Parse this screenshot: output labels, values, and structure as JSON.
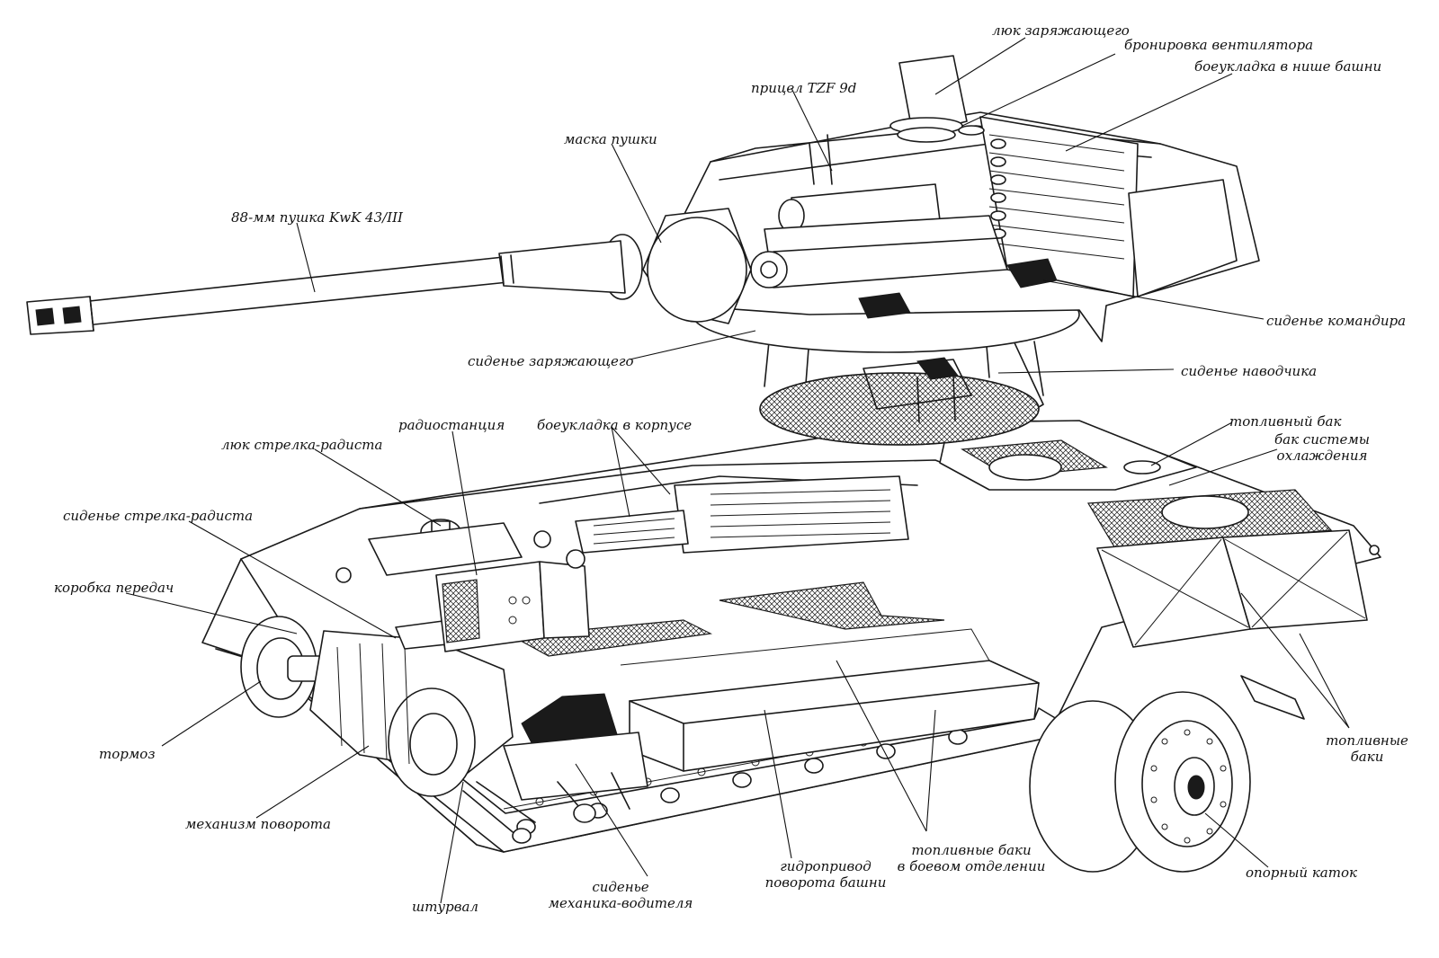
{
  "labels": {
    "loader_hatch": "люк заряжающего",
    "fan_armor": "бронировка вентилятора",
    "turret_bustle_ammo": "боеукладка в нише башни",
    "sight": "прицел TZF 9d",
    "gun_mantlet": "маска пушки",
    "main_gun": "88-мм пушка KwK 43/III",
    "commander_seat": "сиденье командира",
    "loader_seat": "сиденье заряжающего",
    "gunner_seat": "сиденье наводчика",
    "radio": "радиостанция",
    "hull_ammo": "боеукладка в корпусе",
    "radio_operator_hatch": "люк стрелка-радиста",
    "fuel_tank": "топливный бак",
    "coolant_tank_line1": "бак системы",
    "coolant_tank_line2": "охлаждения",
    "radio_operator_seat": "сиденье стрелка-радиста",
    "gearbox": "коробка передач",
    "brake": "тормоз",
    "fuel_tanks_line1": "топливные",
    "fuel_tanks_line2": "баки",
    "steering_mechanism": "механизм поворота",
    "steering_wheel": "штурвал",
    "driver_seat_line1": "сиденье",
    "driver_seat_line2": "механика-водителя",
    "turret_hydraulic_line1": "гидропривод",
    "turret_hydraulic_line2": "поворота башни",
    "fighting_fuel_line1": "топливные баки",
    "fighting_fuel_line2": "в боевом отделении",
    "road_wheel": "опорный каток"
  }
}
